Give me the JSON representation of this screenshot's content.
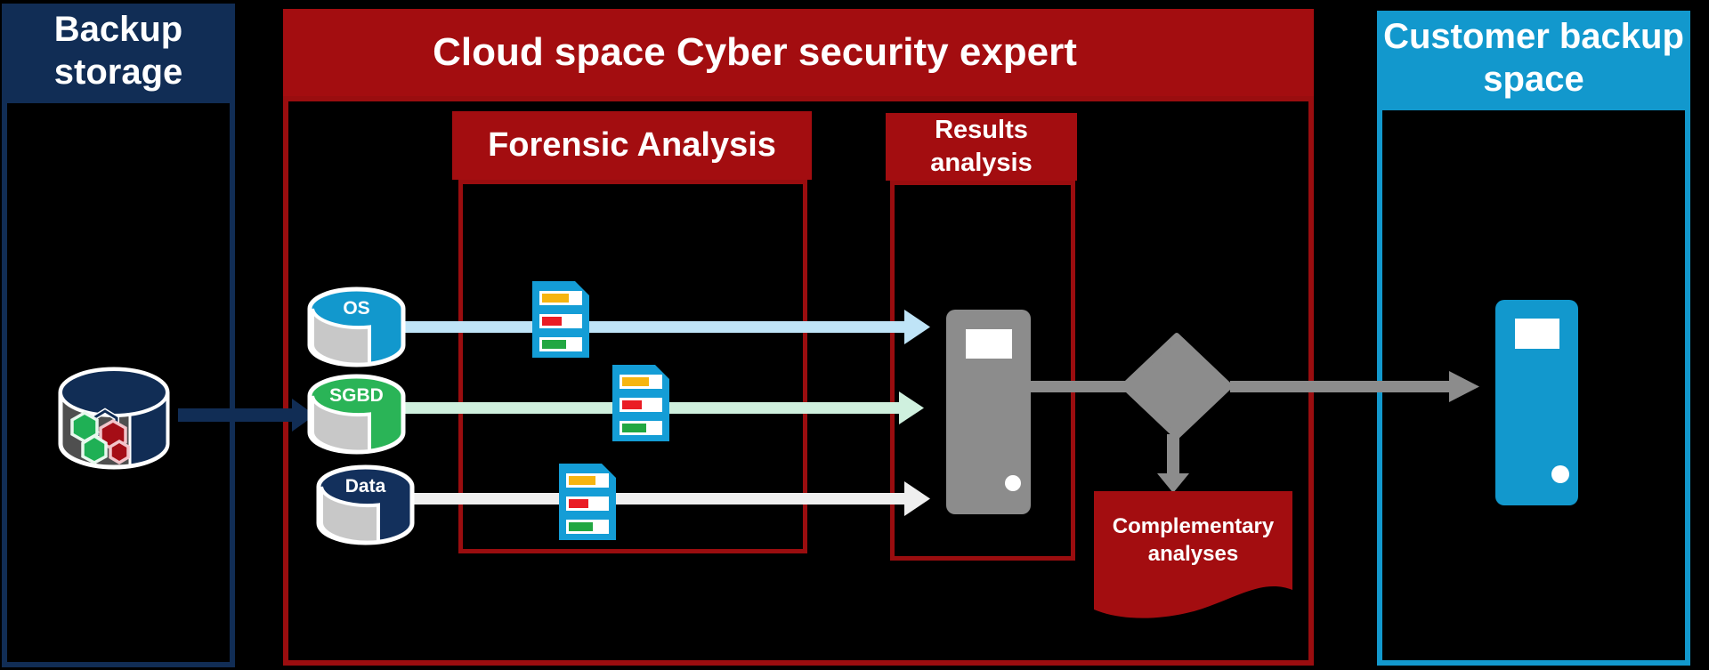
{
  "colors": {
    "background": "#000000",
    "navy": "#112d55",
    "red": "#a30d10",
    "red_border": "#9a0d0f",
    "cyan": "#1298cd",
    "doc_blue": "#149dd6",
    "gray": "#8c8c8c",
    "cylinder_gray": "#c8c8c8",
    "backup_body_gray": "#4f4f4f",
    "arrow_blue": "#bfe4f7",
    "arrow_green": "#cff0de",
    "arrow_white": "#efefef",
    "bar_orange": "#f6b510",
    "bar_red": "#ea1c24",
    "bar_green": "#22a742",
    "hex_green": "#1fb055",
    "hex_red": "#a50d16",
    "os_blue": "#1298cd",
    "sgbd_green": "#2ab457",
    "data_navy": "#13305c"
  },
  "panels": {
    "backup_storage": {
      "title": "Backup storage"
    },
    "cloud_space": {
      "title": "Cloud space Cyber security expert"
    },
    "forensic_analysis": {
      "title": "Forensic Analysis"
    },
    "results_analysis": {
      "title": "Results analysis"
    },
    "customer_backup": {
      "title": "Customer backup space"
    }
  },
  "banner": {
    "title": "Complementary analyses"
  },
  "cylinders": [
    {
      "label": "OS"
    },
    {
      "label": "SGBD"
    },
    {
      "label": "Data"
    }
  ]
}
